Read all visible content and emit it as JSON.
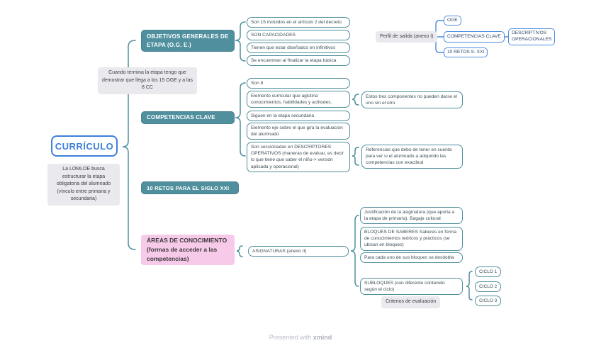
{
  "colors": {
    "teal": "#4F8F9E",
    "blue": "#4C8CE0",
    "main_blue": "#3E7FD9",
    "pink": "#F8CAE9",
    "note_bg": "#E9E9EE",
    "text_dark": "#3D4F56",
    "blue_text": "#2E4A6B"
  },
  "root": {
    "label": "CURRÍCULO"
  },
  "callouts": {
    "cuando": "Cuando termina la etapa tengo que demostrar que llega a los 15 OGE y a las 8 CC",
    "lomloe": "La LOMLOE busca estructurar la etapa obligatoria del alumnado (vínculo entre primaria y secundaria)",
    "criterios": "Criterios de evaluación"
  },
  "branches": {
    "objetivos": {
      "label": "OBJETIVOS GENERALES DE ETAPA (O.G. E.)",
      "children": [
        "Son 15 incluidos en el artículo 2 del decreto",
        "SON CAPACIDADES",
        "Tienen que estar diseñados en infinitivos",
        "Se encuentran al finalizar la etapa básica"
      ]
    },
    "competencias": {
      "label": "COMPETENCIAS CLAVE",
      "children": [
        "Son 8",
        "Elemento curricular que aglutina conocimientos, habilidades y actitudes.",
        "Siguen en la etapa secundaria",
        "Elemento eje sobre el que gira la evaluación del alumnado",
        "Son seccionadas en DESCRIPTORES OPERATIVOS (maneras de evaluar, es decir lo que tiene que saber el niño-> versión aplicada y operacional)"
      ],
      "annotations": [
        "Estos tres componentes no pueden darse el uno sin el otro",
        "Referencias que debo de tener en cuenta para ver si el alumnado a adquirido las competencias con exactitud"
      ]
    },
    "retos": {
      "label": "10 RETOS PARA EL SIGLO XXI"
    },
    "areas": {
      "label": "ÁREAS DE CONOCIMIENTO  (formas de acceder a las competencias)",
      "asignaturas": {
        "label": "ASIGNATURAS (anexo II)",
        "children": [
          "Justificación de la asiginatura (que aporta a la etapa de primaria). Bagaje cultural",
          "BLOQUES DE SABERES   Saberes en forma de conocimientos teóricos y prácticos  (se ubican en bloques)",
          "Para cada uno de sus bloques se desdobla",
          "SUBLOQUES (con diferente contenido según el ciclo)"
        ],
        "ciclos": [
          "CICLO 1",
          "CICLO 2",
          "CICLO 3"
        ]
      }
    }
  },
  "perfil": {
    "label": "Perfil de salida (anexo I)",
    "children": [
      "OGE",
      "COMPETENCIAS CLAVE",
      "10 RETOS S. XXI"
    ],
    "descriptivos": "DESCRIPTIVOS OPERACIONALES"
  },
  "footer": {
    "prefix": "Presented with",
    "brand": "xmind"
  }
}
